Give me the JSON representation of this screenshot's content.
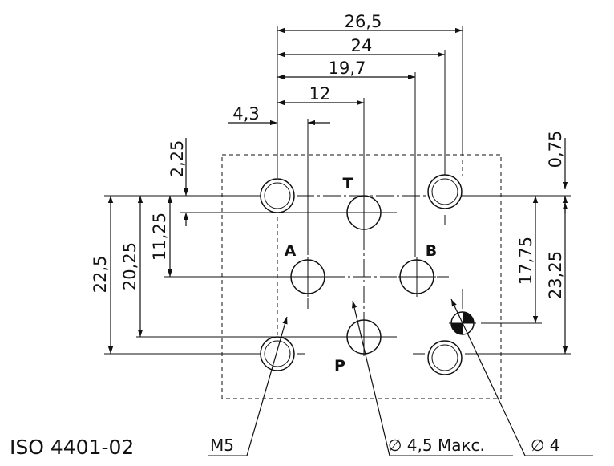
{
  "standard": "ISO 4401-02",
  "ports": {
    "t": "T",
    "a": "A",
    "b": "B",
    "p": "P"
  },
  "dimensions": {
    "d26_5": "26,5",
    "d24": "24",
    "d19_7": "19,7",
    "d12": "12",
    "d4_3": "4,3",
    "d2_25": "2,25",
    "d0_75": "0,75",
    "d22_5": "22,5",
    "d20_25": "20,25",
    "d11_25": "11,25",
    "d17_75": "17,75",
    "d23_25": "23,25"
  },
  "callouts": {
    "thread": "M5",
    "port_diameter": "∅ 4,5 Макс.",
    "pin_diameter": "∅ 4"
  }
}
